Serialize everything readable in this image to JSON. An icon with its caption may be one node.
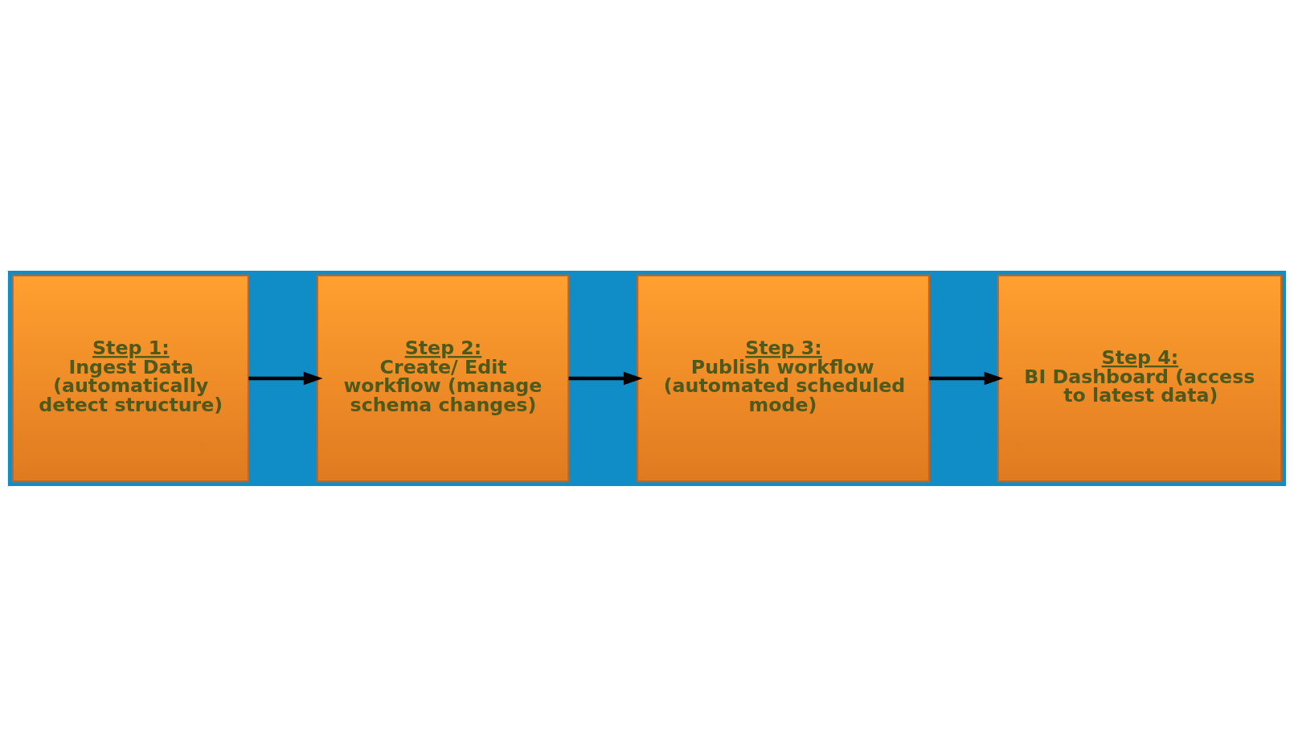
{
  "diagram": {
    "nodes": [
      {
        "text": [
          "Step 1:",
          "Ingest Data (automatically detect structure)"
        ]
      },
      {
        "text": [
          "Step 2:",
          "Create/ Edit workflow (manage schema changes)"
        ]
      },
      {
        "text": [
          "Step 3:",
          "Publish workflow (automated scheduled mode)"
        ]
      },
      {
        "text": [
          "Step 4:",
          "BI Dashboard (access to latest data)"
        ]
      }
    ],
    "edges": [
      {
        "from": 0,
        "to": 1,
        "arrow": "to"
      },
      {
        "from": 1,
        "to": 2,
        "arrow": "to"
      },
      {
        "from": 2,
        "to": 3,
        "arrow": "to"
      }
    ]
  }
}
